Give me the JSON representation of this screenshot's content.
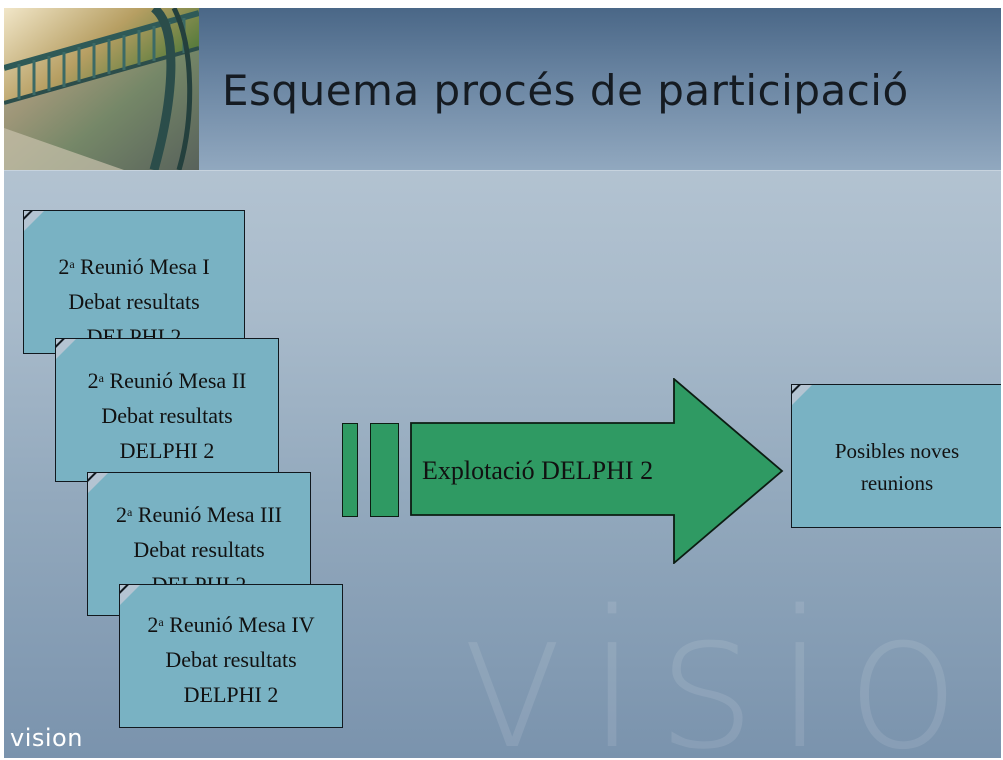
{
  "slide": {
    "title": "Esquema procés de participació",
    "brand": "vision",
    "watermark": "vision"
  },
  "meetings": [
    {
      "ordinal": "2",
      "ordinal_sup": "a",
      "name": "Reunió Mesa I",
      "line2": "Debat resultats",
      "line3": "DELPHI 2"
    },
    {
      "ordinal": "2",
      "ordinal_sup": "a",
      "name": "Reunió Mesa II",
      "line2": "Debat resultats",
      "line3": "DELPHI 2"
    },
    {
      "ordinal": "2",
      "ordinal_sup": "a",
      "name": "Reunió Mesa III",
      "line2": "Debat resultats",
      "line3": "DELPHI 2"
    },
    {
      "ordinal": "2",
      "ordinal_sup": "a",
      "name": "Reunió Mesa IV",
      "line2": "Debat resultats",
      "line3": "DELPHI 2"
    }
  ],
  "process": {
    "label": "Explotació DELPHI 2"
  },
  "result": {
    "line1": "Posibles noves",
    "line2": "reunions"
  },
  "colors": {
    "card": "#79b2c3",
    "arrow": "#2f9a63",
    "header": "#4a6787"
  }
}
